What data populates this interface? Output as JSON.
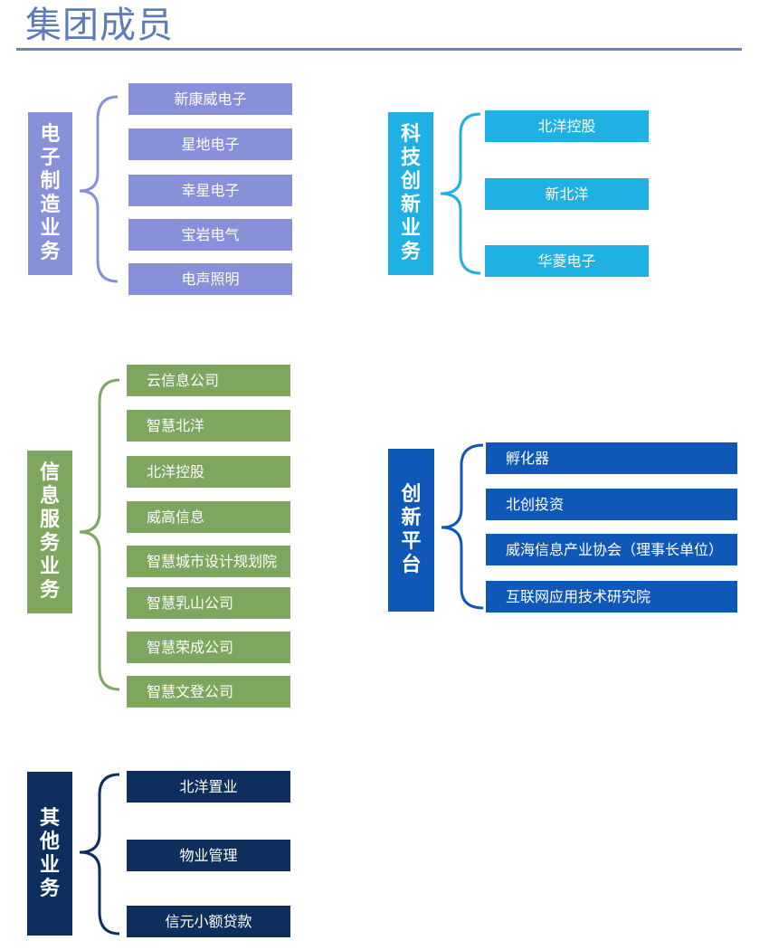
{
  "page_title": "集团成员",
  "groups": [
    {
      "name": "电子制造业务",
      "color": "#8790d8",
      "items": [
        "新康威电子",
        "星地电子",
        "幸星电子",
        "宝岩电气",
        "电声照明"
      ]
    },
    {
      "name": "科技创新业务",
      "color": "#1fb1e4",
      "items": [
        "北洋控股",
        "新北洋",
        "华菱电子"
      ]
    },
    {
      "name": "信息服务业务",
      "color": "#7fa65e",
      "items": [
        "云信息公司",
        "智慧北洋",
        "北洋控股",
        "威高信息",
        "智慧城市设计规划院",
        "智慧乳山公司",
        "智慧荣成公司",
        "智慧文登公司"
      ]
    },
    {
      "name": "创新平台",
      "color": "#1058b8",
      "items": [
        "孵化器",
        "北创投资",
        "威海信息产业协会（理事长单位）",
        "互联网应用技术研究院"
      ]
    },
    {
      "name": "其他业务",
      "color": "#0e2f5e",
      "items": [
        "北洋置业",
        "物业管理",
        "信元小额贷款"
      ]
    }
  ]
}
